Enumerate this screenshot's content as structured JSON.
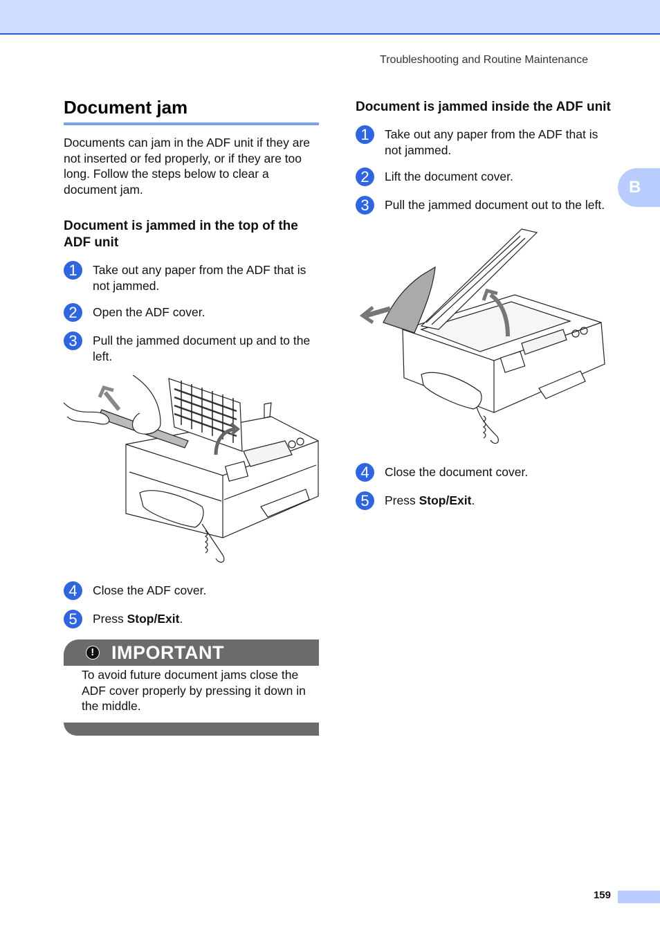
{
  "header": {
    "running_title": "Troubleshooting and Routine Maintenance",
    "side_tab": "B"
  },
  "left": {
    "title": "Document jam",
    "intro": "Documents can jam in the ADF unit if they are not inserted or fed properly, or if they are too long. Follow the steps below to clear a document jam.",
    "subtitle": "Document is jammed in the top of the ADF unit",
    "steps_before": [
      {
        "num": "1",
        "text": "Take out any paper from the ADF that is not jammed."
      },
      {
        "num": "2",
        "text": "Open the ADF cover."
      },
      {
        "num": "3",
        "text": "Pull the jammed document up and to the left."
      }
    ],
    "steps_after": [
      {
        "num": "4",
        "text": "Close the ADF cover."
      },
      {
        "num": "5",
        "pre": "Press ",
        "bold": "Stop/Exit",
        "post": "."
      }
    ],
    "important": {
      "label": "IMPORTANT",
      "icon": "!",
      "text": "To avoid future document jams close the ADF cover properly by pressing it down in the middle."
    }
  },
  "right": {
    "subtitle": "Document is jammed inside the ADF unit",
    "steps_before": [
      {
        "num": "1",
        "text": "Take out any paper from the ADF that is not jammed."
      },
      {
        "num": "2",
        "text": "Lift the document cover."
      },
      {
        "num": "3",
        "text": "Pull the jammed document out to the left."
      }
    ],
    "steps_after": [
      {
        "num": "4",
        "text": "Close the document cover."
      },
      {
        "num": "5",
        "pre": "Press ",
        "bold": "Stop/Exit",
        "post": "."
      }
    ]
  },
  "footer": {
    "page_number": "159"
  }
}
